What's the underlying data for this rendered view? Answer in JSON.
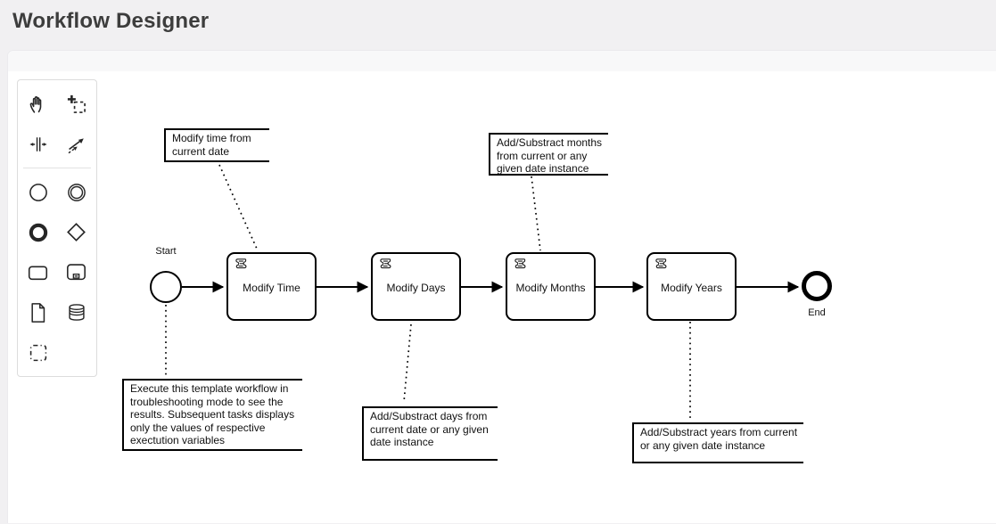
{
  "page": {
    "title": "Workflow Designer"
  },
  "ui_colors": {
    "page_bg": "#f1f0f2",
    "canvas_bg": "#ffffff",
    "canvas_band": "#f8f8f9",
    "shape_stroke": "#000000",
    "title_color": "#3d3d3d"
  },
  "palette": {
    "tools": [
      {
        "name": "hand-tool"
      },
      {
        "name": "lasso-tool"
      },
      {
        "name": "space-tool"
      },
      {
        "name": "global-connect-tool"
      },
      {
        "name": "create-start-event"
      },
      {
        "name": "create-intermediate-event"
      },
      {
        "name": "create-end-event"
      },
      {
        "name": "create-gateway"
      },
      {
        "name": "create-task"
      },
      {
        "name": "create-subprocess"
      },
      {
        "name": "create-data-object"
      },
      {
        "name": "create-data-store"
      },
      {
        "name": "create-group"
      }
    ]
  },
  "diagram": {
    "start_event": {
      "label": "Start"
    },
    "end_event": {
      "label": "End"
    },
    "tasks": [
      {
        "label": "Modify Time",
        "type": "script-task"
      },
      {
        "label": "Modify Days",
        "type": "script-task"
      },
      {
        "label": "Modify Months",
        "type": "script-task"
      },
      {
        "label": "Modify Years",
        "type": "script-task"
      }
    ],
    "annotations": [
      {
        "id": "time",
        "text": "Modify time from\ncurrent date"
      },
      {
        "id": "months",
        "text": "Add/Substract months\nfrom current or any\ngiven date instance"
      },
      {
        "id": "execute",
        "text": "Execute this template workflow in\ntroubleshooting mode to see the\nresults. Subsequent tasks displays\nonly the values of respective\nexectution variables"
      },
      {
        "id": "days",
        "text": "Add/Substract days from\ncurrent date or any given\ndate instance"
      },
      {
        "id": "years",
        "text": "Add/Substract years from current\nor any given date instance"
      }
    ]
  }
}
